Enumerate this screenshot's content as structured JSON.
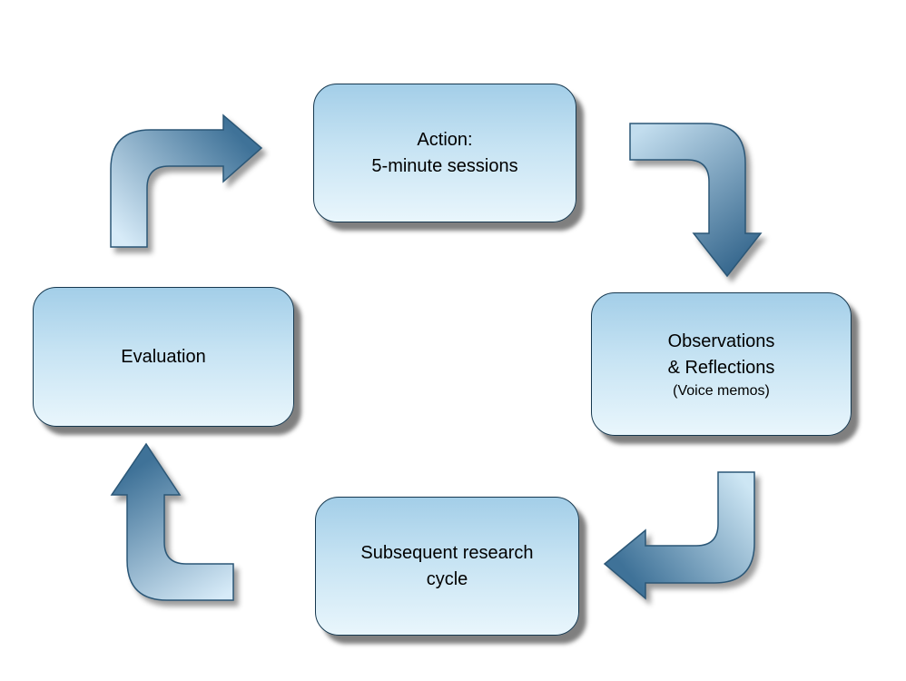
{
  "diagram": {
    "name": "action-research-cycle",
    "nodes": {
      "action": {
        "label": "Action:\n5-minute sessions"
      },
      "observations": {
        "label": "Observations\n& Reflections",
        "note": "(Voice memos)"
      },
      "subsequent_cycle": {
        "label": "Subsequent research\ncycle"
      },
      "evaluation": {
        "label": "Evaluation"
      }
    },
    "arrows": [
      {
        "name": "evaluation-to-action",
        "from": "evaluation",
        "to": "action",
        "direction": "up-then-right"
      },
      {
        "name": "action-to-observations",
        "from": "action",
        "to": "observations",
        "direction": "right-then-down"
      },
      {
        "name": "observations-to-subsequent-cycle",
        "from": "observations",
        "to": "subsequent_cycle",
        "direction": "down-then-left"
      },
      {
        "name": "subsequent-cycle-to-evaluation",
        "from": "subsequent_cycle",
        "to": "evaluation",
        "direction": "left-then-up"
      }
    ],
    "colors": {
      "background": "#ffffff",
      "box_fill_top": "#a3cee8",
      "box_fill_mid": "#c6e3f3",
      "box_fill_bottom": "#e9f6fc",
      "box_border": "#16384f",
      "arrow_tail_light": "#d7ebf8",
      "arrow_head_dark": "#3f7298",
      "arrow_border": "#2b5777",
      "text": "#000000"
    }
  }
}
